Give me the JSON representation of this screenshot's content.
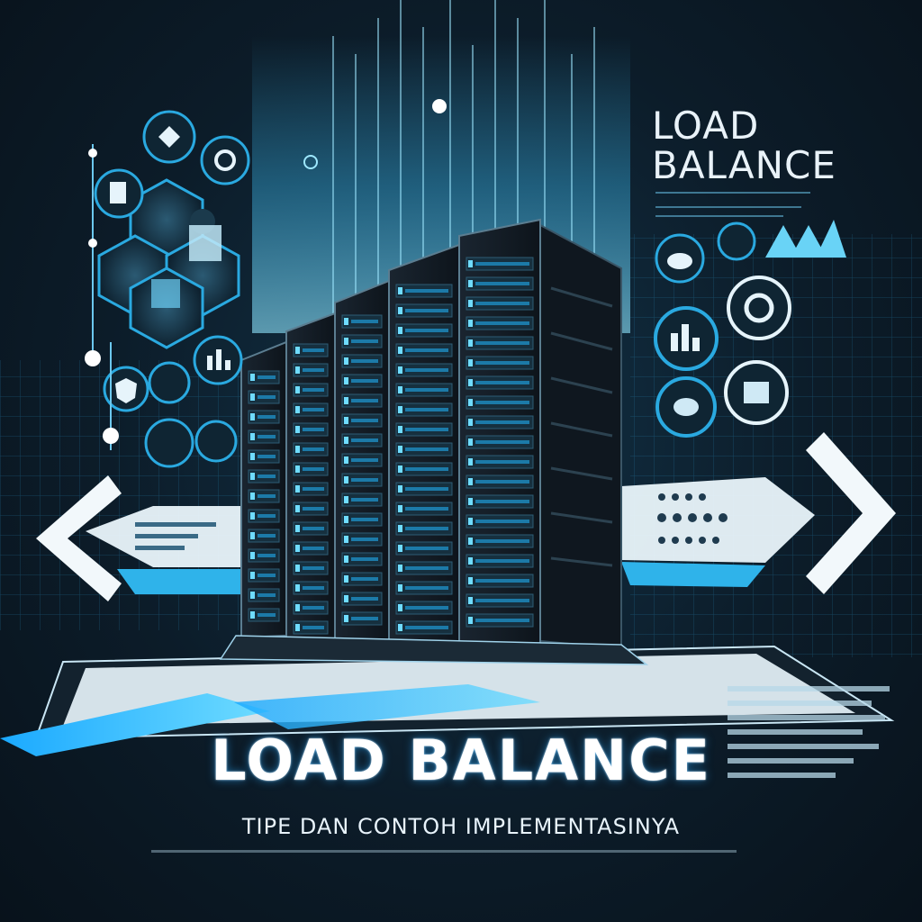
{
  "hero": {
    "title": "LOAD BALANCE",
    "subtitle": "TIPE DAN CONTOH IMPLEMENTASINYA"
  },
  "corner_title": {
    "line1": "LOAD",
    "line2": "BALANCE"
  },
  "colors": {
    "background": "#0c1c29",
    "accent": "#22b8ff",
    "accent_glow": "#6fdcff",
    "text": "#ffffff"
  },
  "icons": {
    "left_cluster": [
      "network-node-icon",
      "gear-icon",
      "chart-icon",
      "document-icon",
      "shield-icon"
    ],
    "right_cluster": [
      "cloud-icon",
      "chart-icon",
      "gear-icon",
      "storage-icon",
      "rack-icon"
    ],
    "arrows": [
      "chevron-left-icon",
      "chevron-right-icon"
    ]
  }
}
